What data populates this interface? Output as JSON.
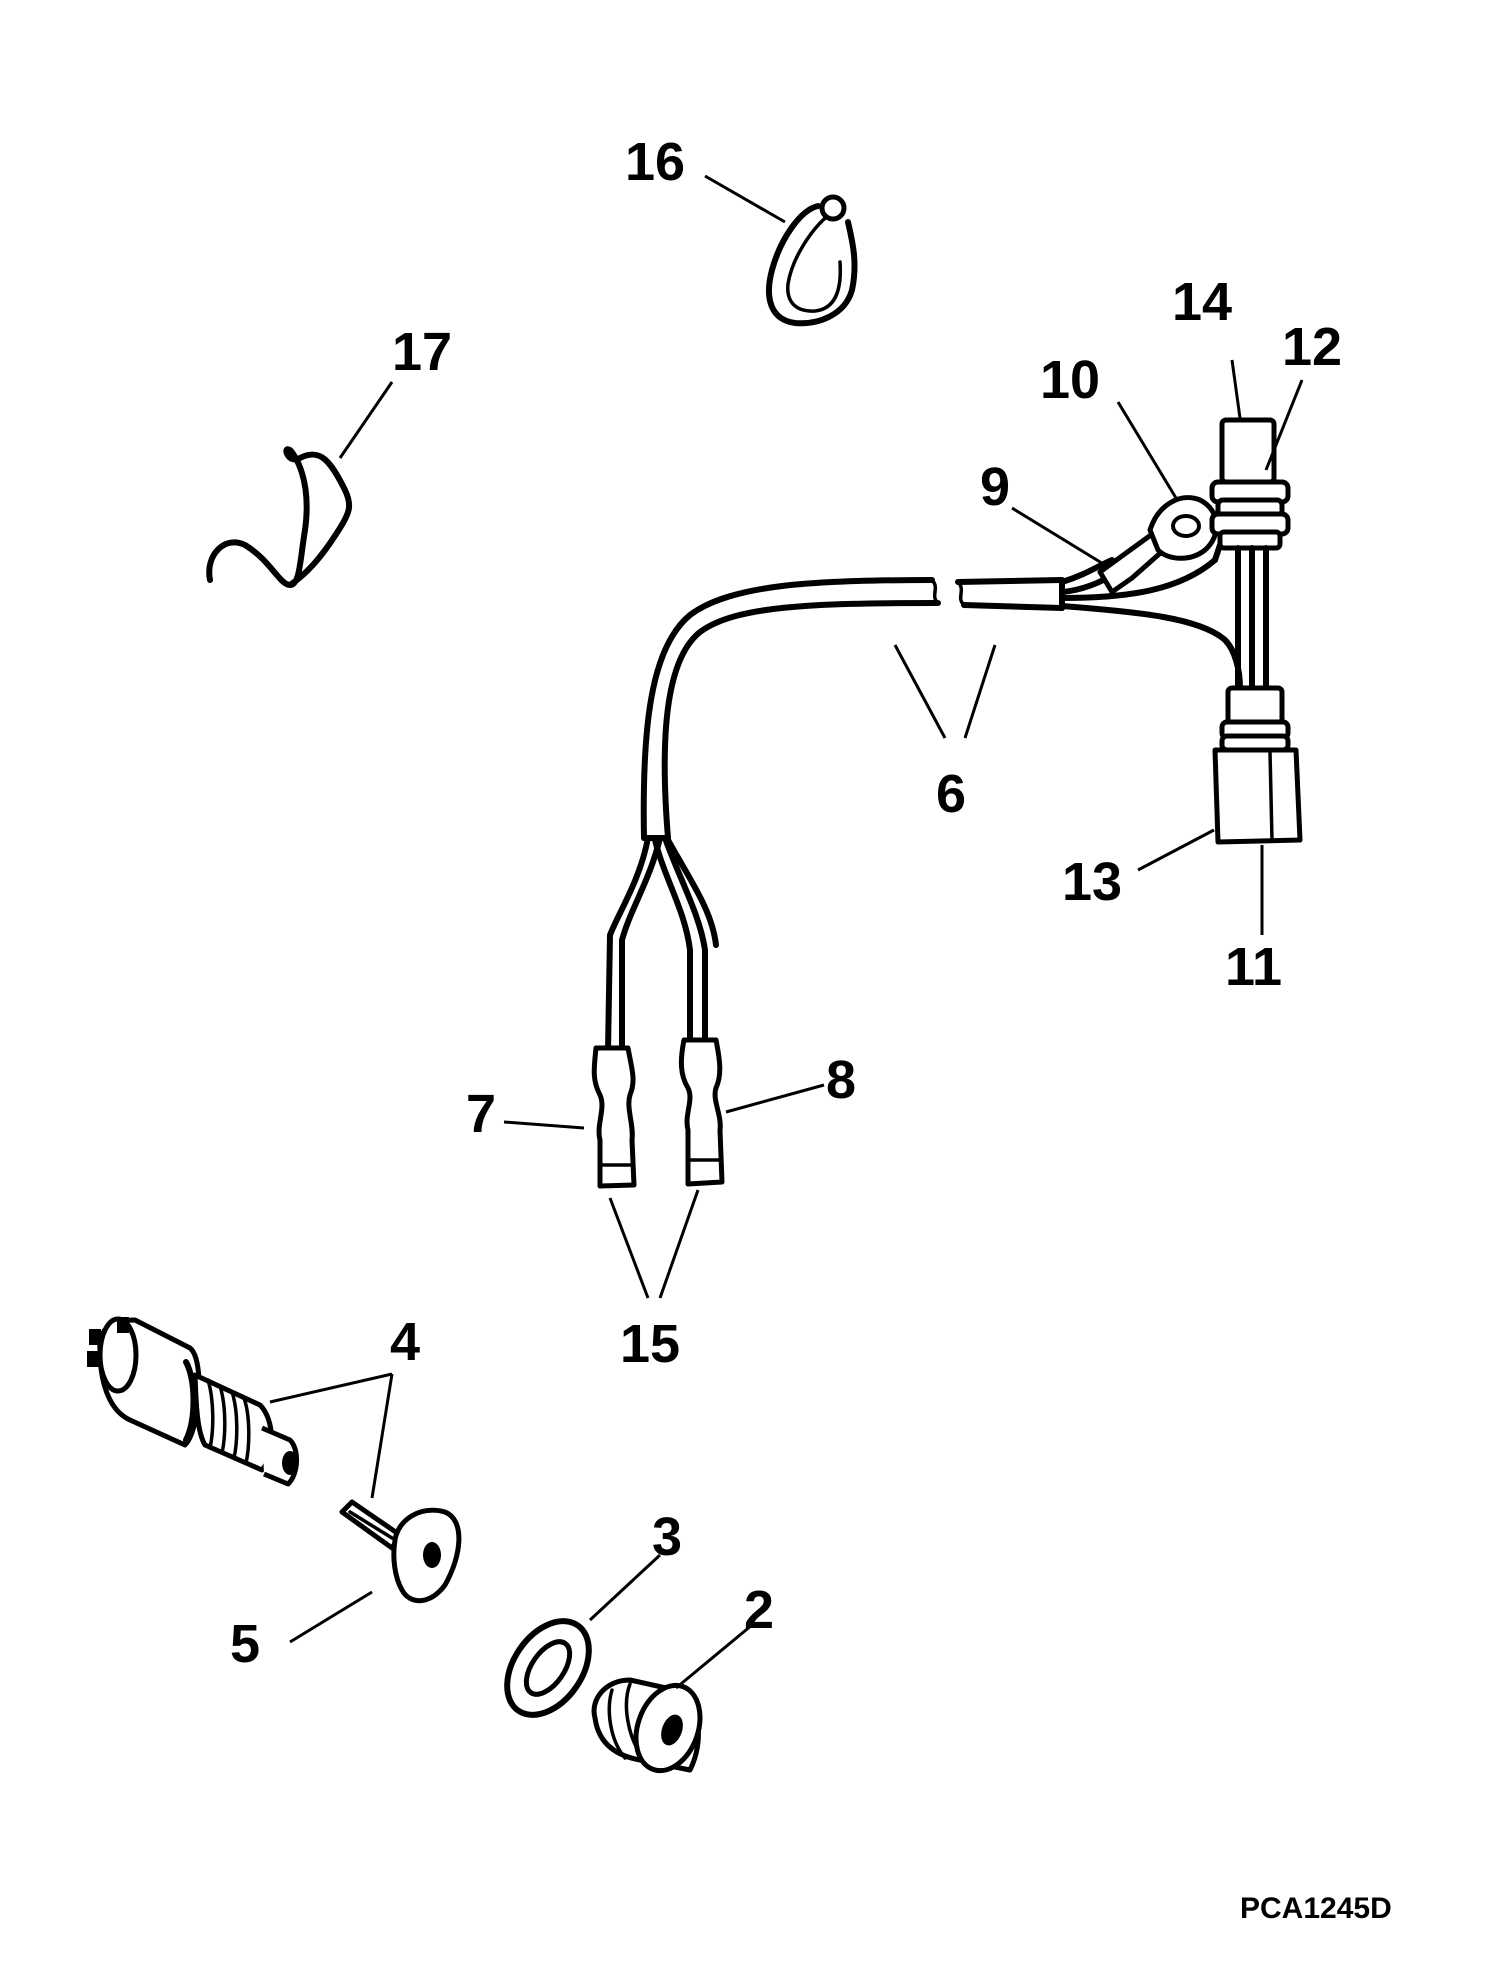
{
  "callouts": {
    "c2": "2",
    "c3": "3",
    "c4": "4",
    "c5": "5",
    "c6": "6",
    "c7": "7",
    "c8": "8",
    "c9": "9",
    "c10": "10",
    "c11": "11",
    "c12": "12",
    "c13": "13",
    "c14": "14",
    "c15": "15",
    "c16": "16",
    "c17": "17"
  },
  "figure_code": "PCA1245D"
}
